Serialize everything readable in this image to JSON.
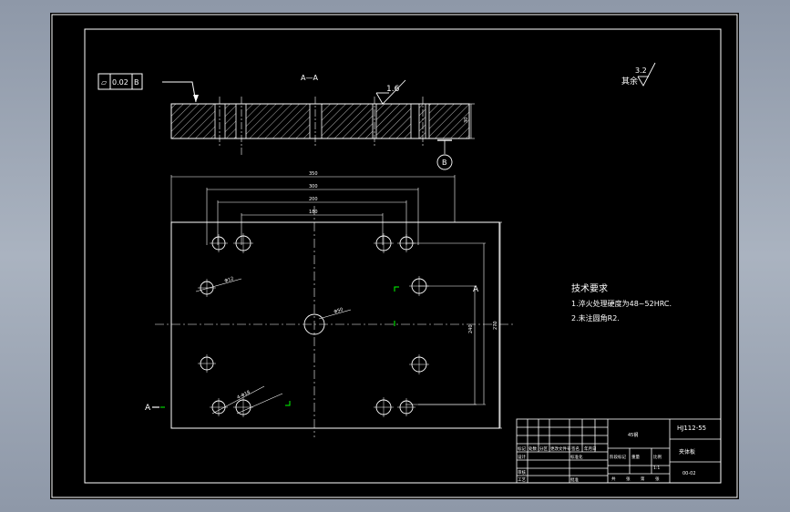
{
  "section_label": "A—A",
  "flatness_tolerance": {
    "symbol": "⏥",
    "value": "0.02",
    "datum": "B"
  },
  "surface_finish_top": "1.6",
  "surface_finish_general": {
    "label": "其余",
    "value": "3.2"
  },
  "datum_label": "B",
  "section_marker": "A",
  "dimensions": {
    "overall_width": "350",
    "hole_span": "300",
    "inner_span": "200",
    "pocket_width": "180",
    "thickness": "30",
    "height_outer": "270",
    "height_inner": "240",
    "center_hole": "Φ50",
    "pin_hole": "4-Φ18",
    "counterbore": "Φ12"
  },
  "tech_requirements": {
    "title": "技术要求",
    "items": [
      "1.淬火处理硬度为48~52HRC.",
      "2.未注圆角R2."
    ]
  },
  "title_block": {
    "material": "45钢",
    "drawing_no": "HJ112-55",
    "part_name": "夹体板",
    "scale": "1:1",
    "code": "00-02",
    "header_labels": [
      "标记",
      "处数",
      "分区",
      "更改文件号",
      "签名",
      "年月日"
    ],
    "role_labels": [
      "设计",
      "审核",
      "工艺"
    ],
    "std_label": "标准化",
    "approve_label": "批准",
    "stage_label": "阶段标记",
    "weight_label": "重量",
    "scale_label": "比例",
    "sheet_labels": [
      "共",
      "张",
      "第",
      "张"
    ]
  },
  "colors": {
    "background": "#000000",
    "lines": "#ffffff",
    "marker_green": "#00ff00"
  }
}
